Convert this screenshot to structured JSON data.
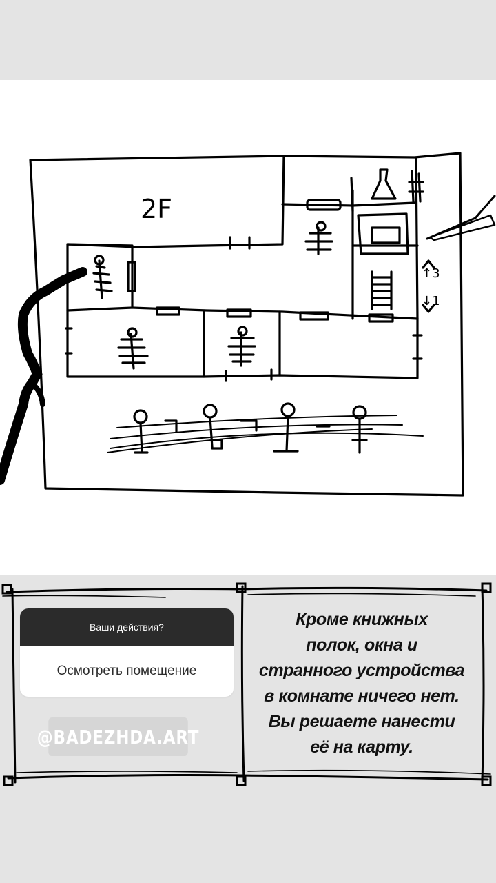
{
  "map": {
    "floor_label": "2F",
    "stairs_up": "↑3",
    "stairs_down": "↓1"
  },
  "poll": {
    "question": "Ваши действия?",
    "option": "Осмотреть помещение"
  },
  "watermark": "@BADEZHDA.ART",
  "story": {
    "lines": [
      "Кроме книжных",
      "полок, окна и",
      "странного устройства",
      "в комнате ничего нет.",
      "Вы решаете нанести",
      "её на карту."
    ]
  },
  "colors": {
    "background": "#e4e4e4",
    "panel": "#ffffff",
    "poll_header": "#2b2b2b",
    "ink": "#111111"
  }
}
